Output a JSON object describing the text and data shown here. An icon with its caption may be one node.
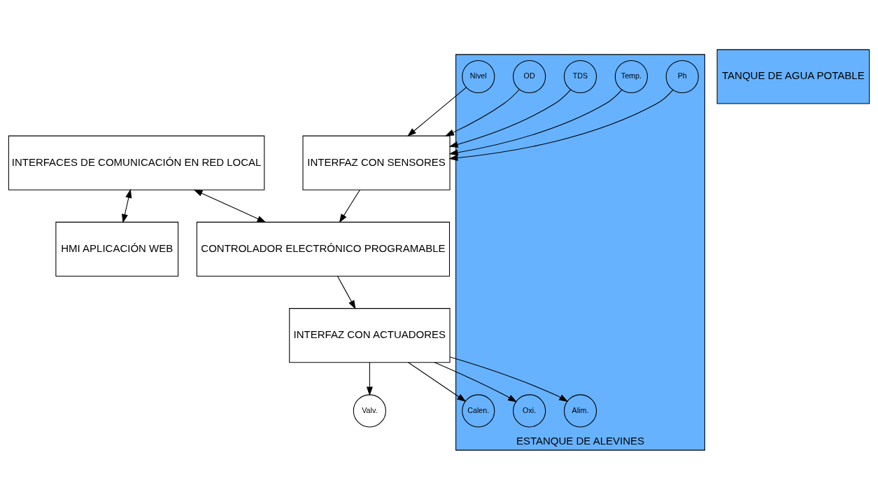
{
  "diagram": {
    "nodes": [
      {
        "text": [
          "INTERFACES DE COMUNICACIÓN EN RED LOCAL"
        ]
      },
      {
        "text": [
          "CONTROLADOR ELECTRÓNICO PROGRAMABLE"
        ]
      },
      {
        "text": [
          "INTERFAZ CON SENSORES"
        ]
      },
      {
        "text": [
          "INTERFAZ CON ACTUADORES"
        ]
      },
      {
        "text": [
          "TANQUE DE AGUA POTABLE"
        ]
      },
      {
        "text": [
          "HMI APLICACIÓN WEB"
        ]
      },
      {
        "text": [
          "ESTANQUE DE ALEVINES"
        ]
      },
      {
        "text": [
          "Ph"
        ],
        "in": 6
      },
      {
        "text": [
          "Temp."
        ],
        "in": 6
      },
      {
        "text": [
          "TDS"
        ],
        "in": 6
      },
      {
        "text": [
          "OD"
        ],
        "in": 6
      },
      {
        "text": [
          "Nivel"
        ],
        "in": 6
      },
      {
        "text": [
          "Alim."
        ],
        "in": 6
      },
      {
        "text": [
          "Oxi."
        ],
        "in": 6
      },
      {
        "text": [
          "Calen."
        ],
        "in": 6
      },
      {
        "text": [
          "Valv."
        ]
      }
    ],
    "edges": [
      {
        "from": 0,
        "to": 1,
        "arrow": "both"
      },
      {
        "from": 0,
        "to": 5,
        "arrow": "both"
      },
      {
        "from": 2,
        "to": 1,
        "arrow": "to"
      },
      {
        "from": 1,
        "to": 3,
        "arrow": "to"
      },
      {
        "from": 3,
        "to": 15,
        "arrow": "to"
      },
      {
        "from": 7,
        "to": 2,
        "arrow": "to"
      },
      {
        "from": 8,
        "to": 2,
        "arrow": "to"
      },
      {
        "from": 9,
        "to": 2,
        "arrow": "to"
      },
      {
        "from": 10,
        "to": 2,
        "arrow": "to"
      },
      {
        "from": 11,
        "to": 2,
        "arrow": "to"
      },
      {
        "from": 3,
        "to": 12,
        "arrow": "to"
      },
      {
        "from": 3,
        "to": 13,
        "arrow": "to"
      },
      {
        "from": 3,
        "to": 14,
        "arrow": "to"
      }
    ]
  }
}
